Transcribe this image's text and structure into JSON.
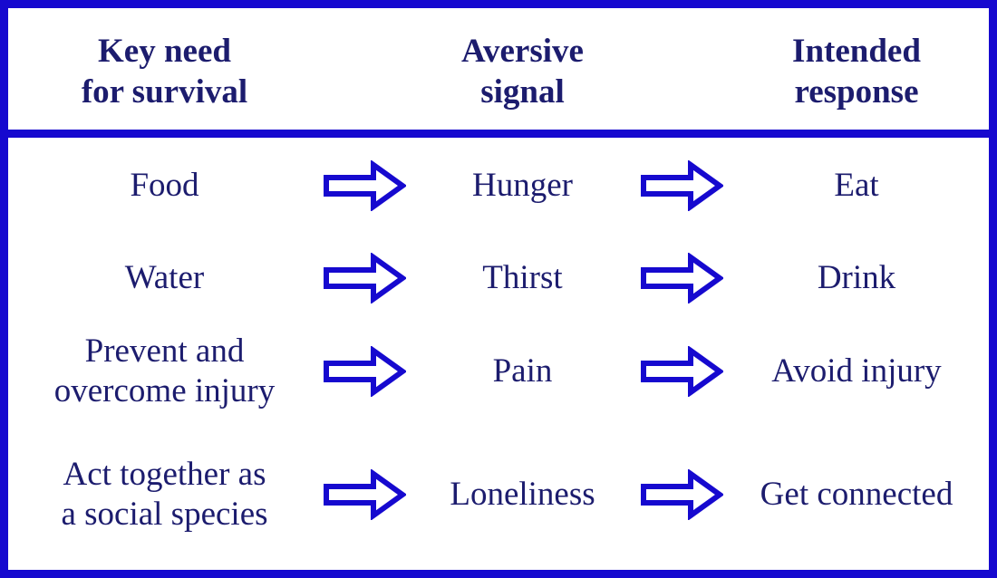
{
  "title": "Key needs, aversive signals and intended responses diagram",
  "colors": {
    "border": "#1609CF",
    "arrow": "#1609CF",
    "text": "#1C1C6E",
    "background": "#FFFFFF"
  },
  "header": {
    "columns": [
      {
        "label": "Key need\nfor survival"
      },
      {
        "label": "Aversive\nsignal"
      },
      {
        "label": "Intended\nresponse"
      }
    ]
  },
  "rows": [
    {
      "need": "Food",
      "signal": "Hunger",
      "response": "Eat"
    },
    {
      "need": "Water",
      "signal": "Thirst",
      "response": "Drink"
    },
    {
      "need": "Prevent and\novercome injury",
      "signal": "Pain",
      "response": "Avoid injury"
    },
    {
      "need": "Act together as\na social species",
      "signal": "Loneliness",
      "response": "Get connected"
    }
  ],
  "icons": {
    "arrow": "right-arrow"
  }
}
